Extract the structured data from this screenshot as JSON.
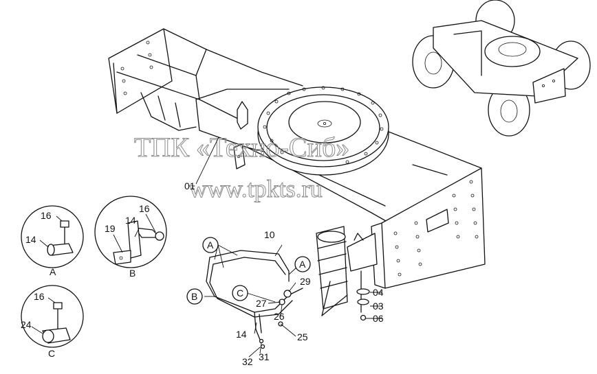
{
  "watermark": {
    "line1": "ТПК «Техно-Сиб»",
    "line2": "www.tpkts.ru"
  },
  "parts": [
    "01",
    "03",
    "04",
    "06",
    "10",
    "14",
    "16",
    "19",
    "24",
    "25",
    "26",
    "27",
    "29",
    "31",
    "32"
  ],
  "callouts": [
    "A",
    "B",
    "C"
  ],
  "details": {
    "a": {
      "title": "A",
      "parts": [
        "16",
        "14"
      ]
    },
    "b": {
      "title": "B",
      "parts": [
        "19",
        "14",
        "16"
      ]
    },
    "c": {
      "title": "C",
      "parts": [
        "16",
        "24"
      ]
    }
  }
}
